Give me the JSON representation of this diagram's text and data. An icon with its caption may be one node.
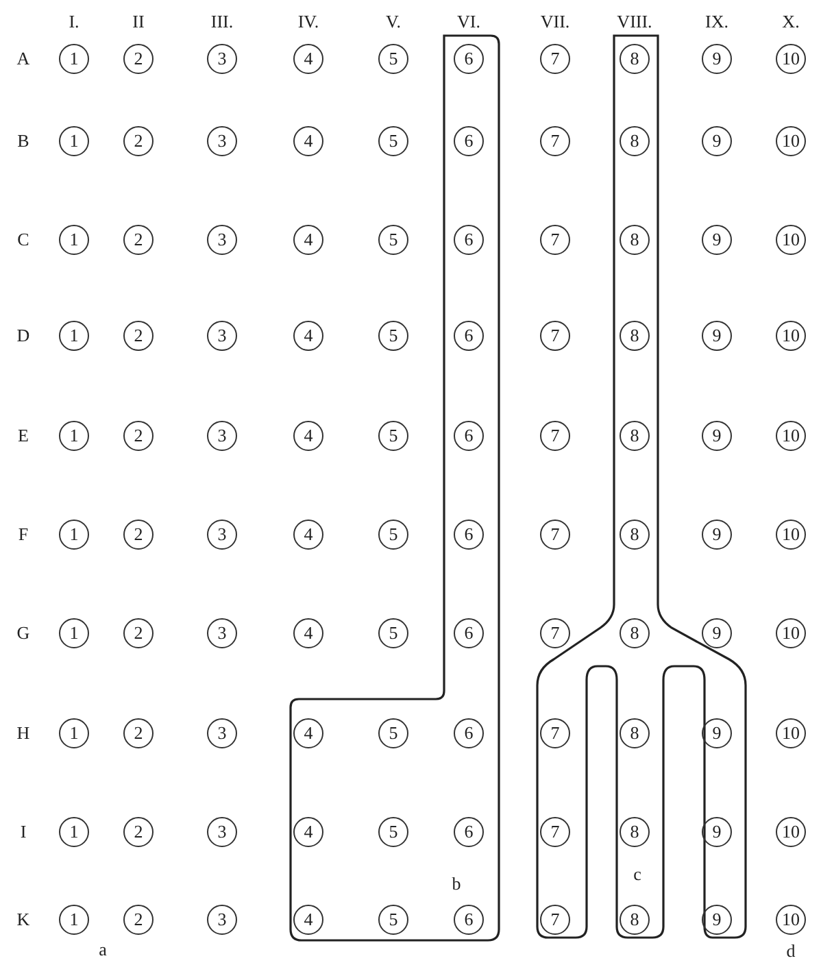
{
  "diagram": {
    "nodes": [
      {
        "text": [
          "b"
        ]
      },
      {
        "text": [
          "c"
        ]
      }
    ],
    "labels": [
      "I.",
      "II",
      "III.",
      "IV.",
      "V.",
      "VI.",
      "VII.",
      "VIII.",
      "IX.",
      "X.",
      "A",
      "1",
      "2",
      "3",
      "4",
      "5",
      "6",
      "7",
      "8",
      "9",
      "10",
      "B",
      "1",
      "2",
      "3",
      "4",
      "5",
      "6",
      "7",
      "8",
      "9",
      "10",
      "C",
      "1",
      "2",
      "3",
      "4",
      "5",
      "6",
      "7",
      "8",
      "9",
      "10",
      "D",
      "1",
      "2",
      "3",
      "4",
      "5",
      "6",
      "7",
      "8",
      "9",
      "10",
      "E",
      "1",
      "2",
      "3",
      "4",
      "5",
      "6",
      "7",
      "8",
      "9",
      "10",
      "F",
      "1",
      "2",
      "3",
      "4",
      "5",
      "6",
      "7",
      "8",
      "9",
      "10",
      "G",
      "1",
      "2",
      "3",
      "4",
      "5",
      "6",
      "7",
      "8",
      "9",
      "10",
      "H",
      "1",
      "2",
      "3",
      "4",
      "5",
      "6",
      "7",
      "8",
      "9",
      "10",
      "I",
      "1",
      "2",
      "3",
      "4",
      "5",
      "6",
      "7",
      "8",
      "9",
      "10",
      "K",
      "1",
      "2",
      "3",
      "4",
      "5",
      "6",
      "7",
      "8",
      "9",
      "10",
      "a",
      "d"
    ]
  }
}
